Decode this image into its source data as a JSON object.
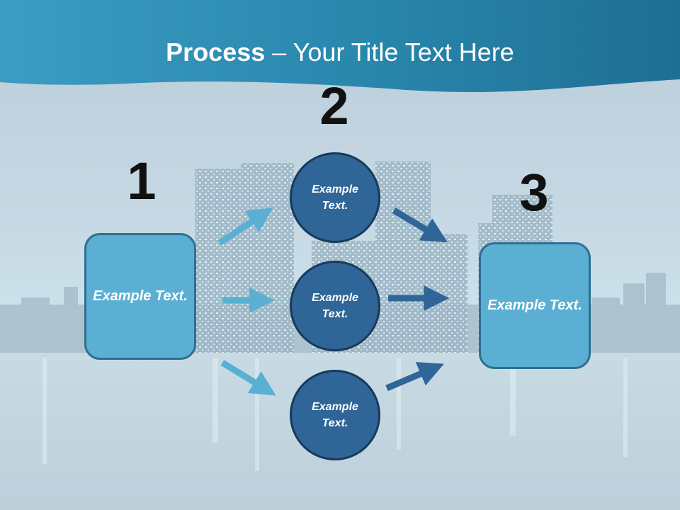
{
  "title": {
    "bold": "Process",
    "rest": " – Your Title Text Here"
  },
  "steps": [
    {
      "number": "1",
      "text": "Example Text."
    },
    {
      "number": "2",
      "text": ""
    },
    {
      "number": "3",
      "text": "Example Text."
    }
  ],
  "circles": [
    {
      "text": "Example Text."
    },
    {
      "text": "Example Text."
    },
    {
      "text": "Example Text."
    }
  ],
  "colors": {
    "header": "#2b8db3",
    "box_fill": "#5aafd3",
    "circle_fill": "#2f6597",
    "arrow_light": "#5aafd3",
    "arrow_dark": "#2f6597"
  }
}
